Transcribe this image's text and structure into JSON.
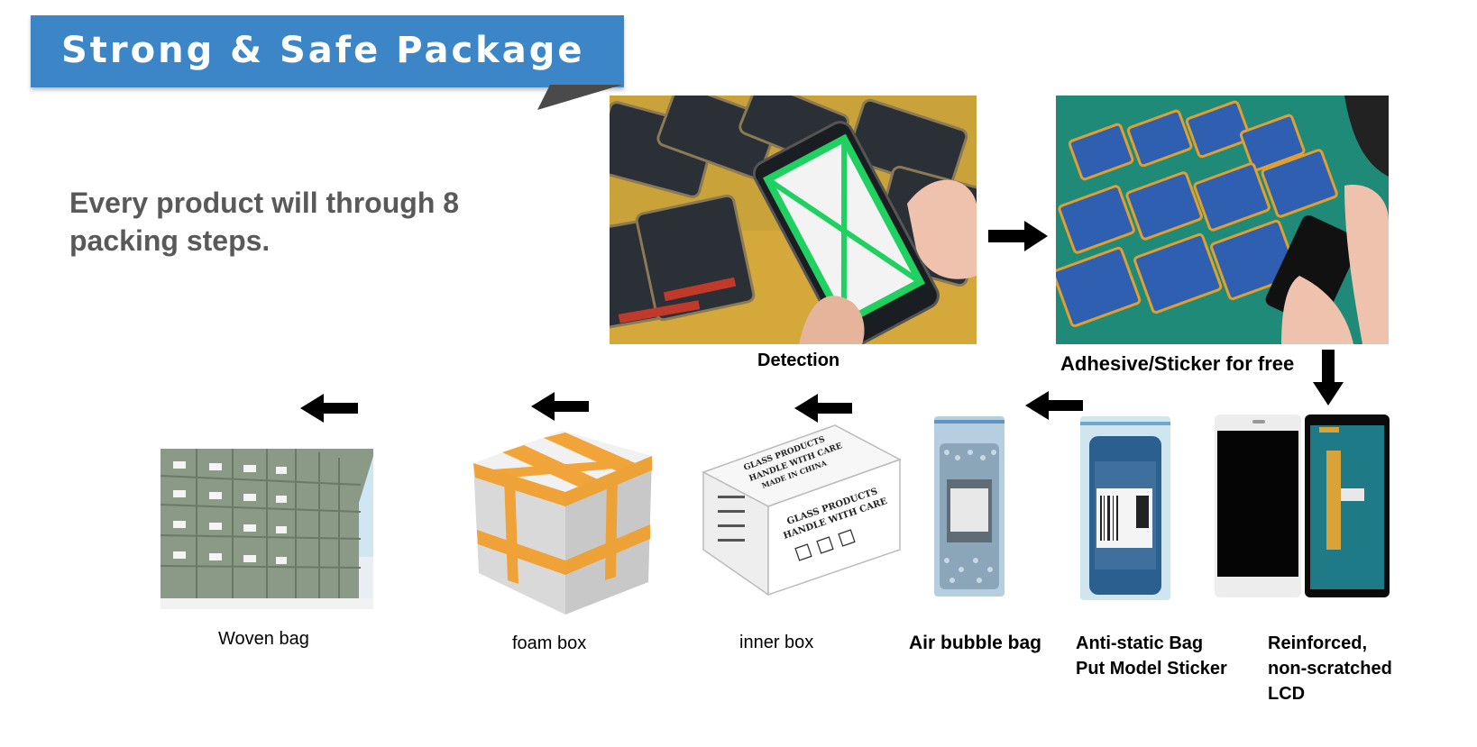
{
  "banner": {
    "title": "Strong & Safe Package",
    "color": "#3c86c7"
  },
  "intro": {
    "text": "Every product will through 8 packing steps."
  },
  "steps": {
    "detection": {
      "caption": "Detection"
    },
    "adhesive": {
      "caption": "Adhesive/Sticker for free"
    },
    "lcd": {
      "caption_line1": "Reinforced,",
      "caption_line2": "non-scratched",
      "caption_line3": "LCD"
    },
    "antistatic": {
      "caption_line1": "Anti-static Bag",
      "caption_line2": "Put Model Sticker"
    },
    "bubble": {
      "caption": "Air bubble bag"
    },
    "inner": {
      "caption": "inner box",
      "box_text_top": "GLASS PRODUCTS",
      "box_text_top2": "HANDLE WITH CARE",
      "box_text_top3": "MADE IN CHINA",
      "box_text_side": "GLASS PRODUCTS",
      "box_text_side2": "HANDLE WITH CARE"
    },
    "foam": {
      "caption": "foam box"
    },
    "woven": {
      "caption": "Woven bag"
    }
  }
}
